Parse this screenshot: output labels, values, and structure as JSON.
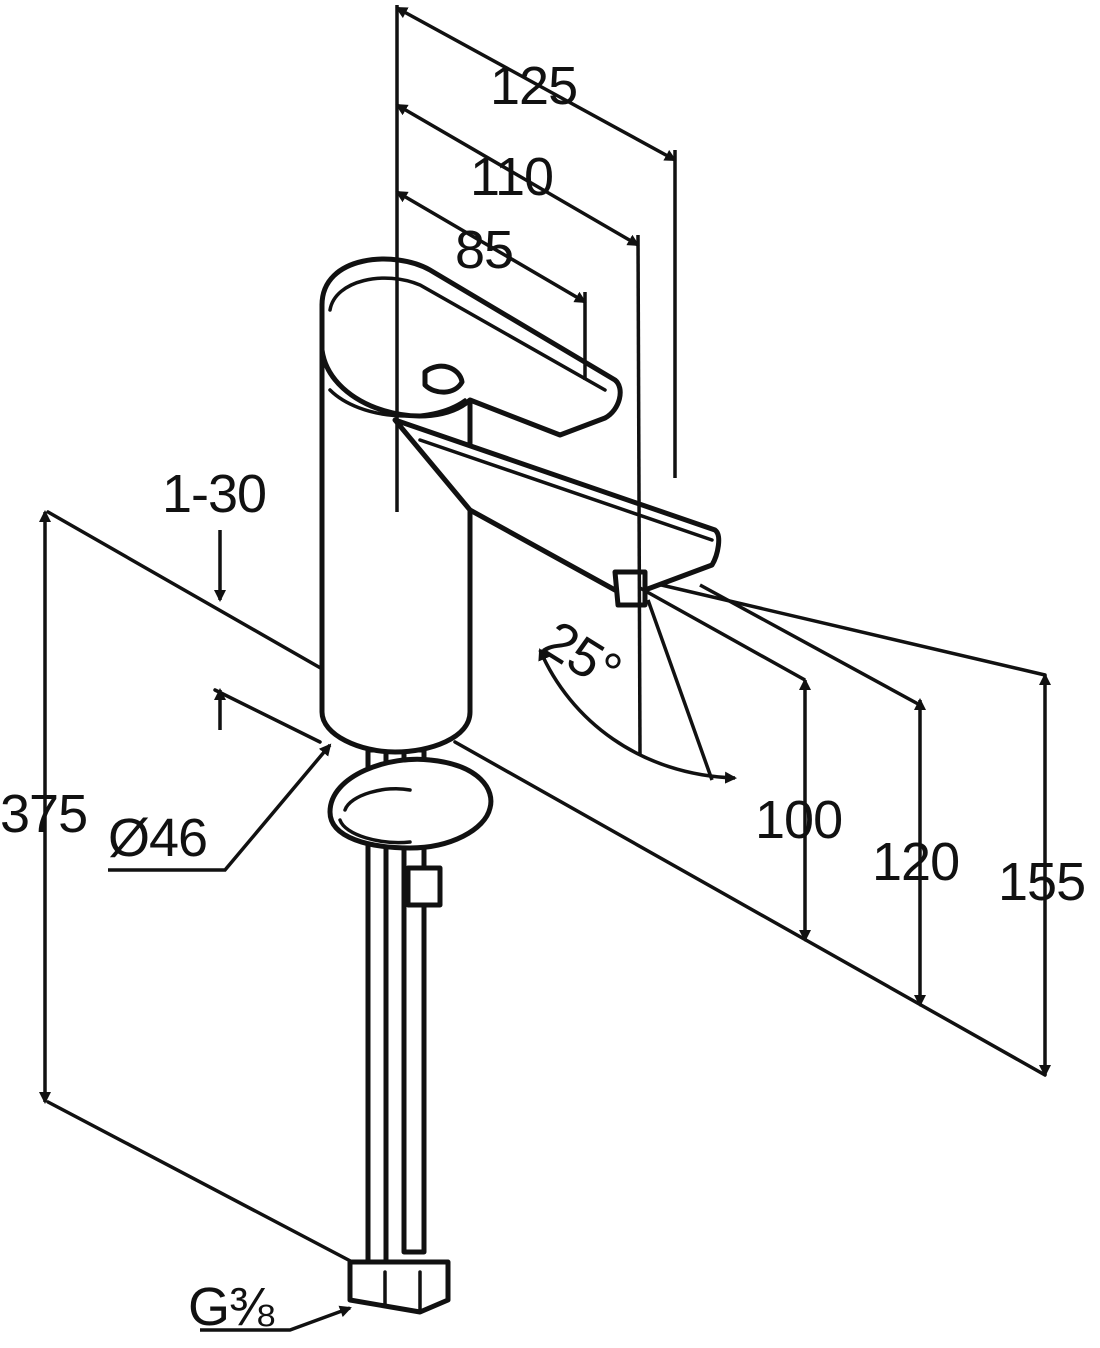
{
  "diagram": {
    "kind": "technical-dimension-drawing",
    "ink_color": "#111111",
    "background_color": "#ffffff",
    "labels": {
      "spout_reach_125": "125",
      "spout_reach_110": "110",
      "spout_reach_85": "85",
      "deck_thickness": "1-30",
      "swivel_angle": "25°",
      "overall_length": "375",
      "base_diameter": "Ø46",
      "spout_height_100": "100",
      "height_120": "120",
      "height_155": "155",
      "connection_thread": "G⅜"
    }
  }
}
